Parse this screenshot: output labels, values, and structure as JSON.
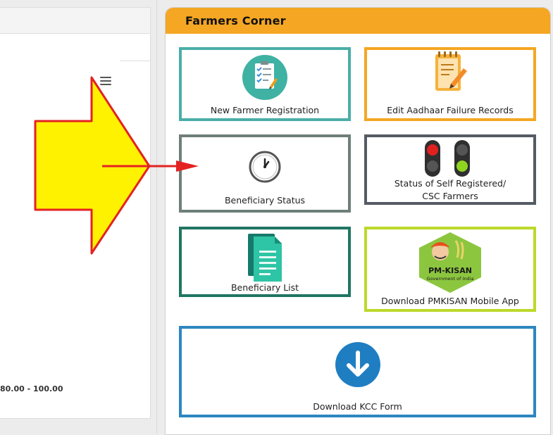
{
  "chart_area": {
    "range_label": "80.00 - 100.00"
  },
  "farmers_corner": {
    "title": "Farmers Corner",
    "tiles": {
      "new_farmer_registration": "New Farmer Registration",
      "edit_aadhaar_failure_records": "Edit Aadhaar Failure Records",
      "beneficiary_status": "Beneficiary Status",
      "status_self_registered_line1": "Status of Self Registered/",
      "status_self_registered_line2": "CSC Farmers",
      "beneficiary_list": "Beneficiary List",
      "download_pmkisan_app": "Download PMKISAN Mobile App",
      "download_kcc_form": "Download KCC Form"
    },
    "pmkisan_logo_text": {
      "name": "PM-KISAN",
      "sub": "Government of India"
    }
  },
  "colors": {
    "header": "#f5a623",
    "teal": "#4aaea8",
    "orange": "#f5a623",
    "slate_green": "#6f7f7a",
    "dark_slate": "#555b63",
    "dark_teal": "#207663",
    "lime": "#bcd92a",
    "blue": "#2d87bf",
    "arrow_fill": "#fff200",
    "arrow_stroke": "#e32222"
  },
  "icons": {
    "menu": "hamburger-menu-icon",
    "registration": "clipboard-checklist-icon",
    "aadhaar": "notepad-pencil-icon",
    "status": "clock-icon",
    "traffic": "traffic-light-icon",
    "list": "document-list-icon",
    "app": "pmkisan-logo",
    "kcc": "download-arrow-icon"
  }
}
